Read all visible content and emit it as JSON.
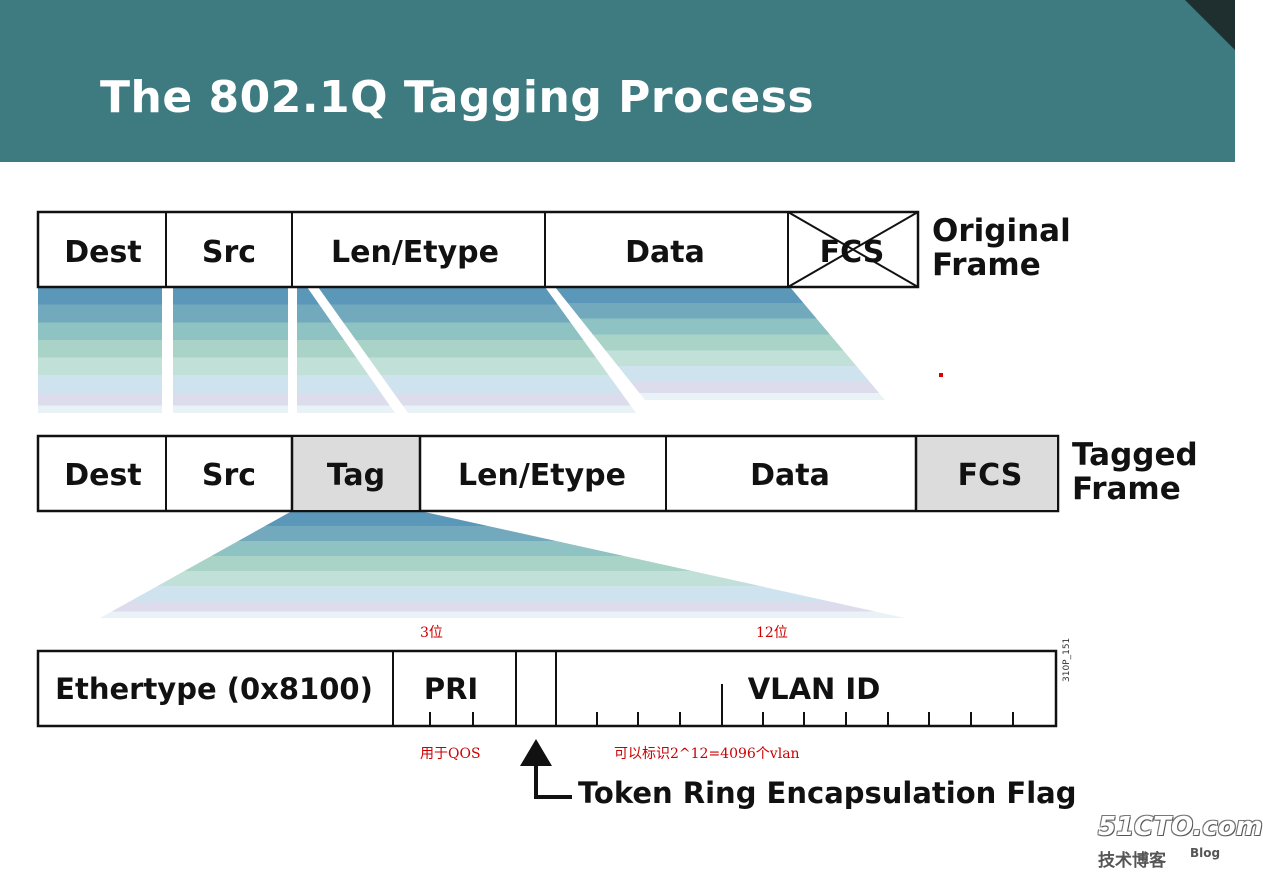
{
  "title": "The 802.1Q Tagging Process",
  "original_frame": {
    "label": "Original\nFrame",
    "fields": [
      "Dest",
      "Src",
      "Len/Etype",
      "Data",
      "FCS"
    ]
  },
  "tagged_frame": {
    "label": "Tagged\nFrame",
    "fields": [
      "Dest",
      "Src",
      "Tag",
      "Len/Etype",
      "Data",
      "FCS"
    ]
  },
  "tag_detail": {
    "fields": [
      "Ethertype (0x8100)",
      "PRI",
      "VLAN ID"
    ]
  },
  "annotations": {
    "pri_bits": "3位",
    "vlan_bits": "12位",
    "pri_note": "用于QOS",
    "vlan_note": "可以标识2^12=4096个vlan"
  },
  "flag_label": "Token Ring Encapsulation Flag",
  "figure_code": "310P_151",
  "watermark": {
    "main": "51CTO.com",
    "sub": "技术博客",
    "blog": "Blog"
  },
  "colors": {
    "header_bg": "#3d7b80",
    "tag_fill": "#dcdcdc",
    "annotation": "#cc0000"
  }
}
